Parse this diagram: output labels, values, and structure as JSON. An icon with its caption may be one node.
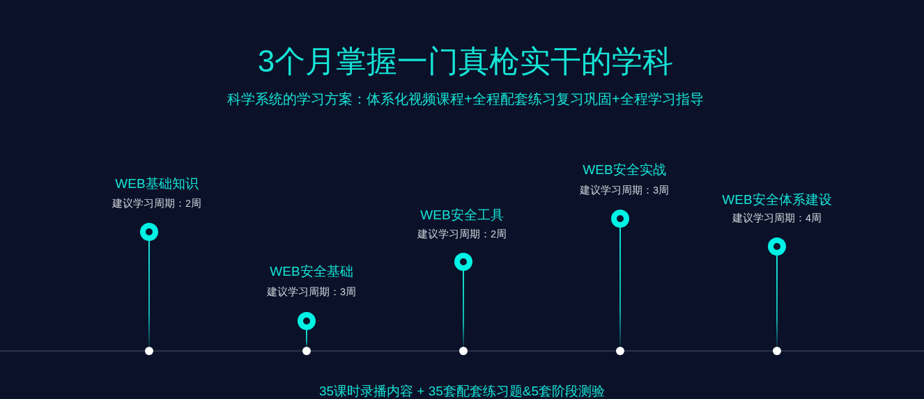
{
  "diagram": {
    "title": "3个月掌握一门真枪实干的学科",
    "nodes": [
      {
        "text": [
          "WEB基础知识",
          "建议学习周期：2周"
        ]
      },
      {
        "text": [
          "WEB安全基础",
          "建议学习周期：3周"
        ]
      },
      {
        "text": [
          "WEB安全工具",
          "建议学习周期：2周"
        ]
      },
      {
        "text": [
          "WEB安全实战",
          "建议学习周期：3周"
        ]
      },
      {
        "text": [
          "WEB安全体系建设",
          "建议学习周期：4周"
        ]
      },
      {
        "text": [],
        "shape": "circle"
      },
      {
        "text": [],
        "shape": "circle"
      },
      {
        "text": [],
        "shape": "circle"
      },
      {
        "text": [],
        "shape": "circle"
      },
      {
        "text": [],
        "shape": "circle"
      }
    ],
    "edges": [
      {
        "from": 0,
        "to": 5,
        "arrow": "none"
      },
      {
        "from": 1,
        "to": 6,
        "arrow": "none"
      },
      {
        "from": 2,
        "to": 7,
        "arrow": "none"
      },
      {
        "from": 3,
        "to": 8,
        "arrow": "none"
      },
      {
        "from": 4,
        "to": 9,
        "arrow": "none"
      }
    ],
    "labels": [
      "科学系统的学习方案：体系化视频课程+全程配套练习复习巩固+全程学习指导",
      "35课时录播内容 + 35套配套练习题&5套阶段测验"
    ]
  }
}
